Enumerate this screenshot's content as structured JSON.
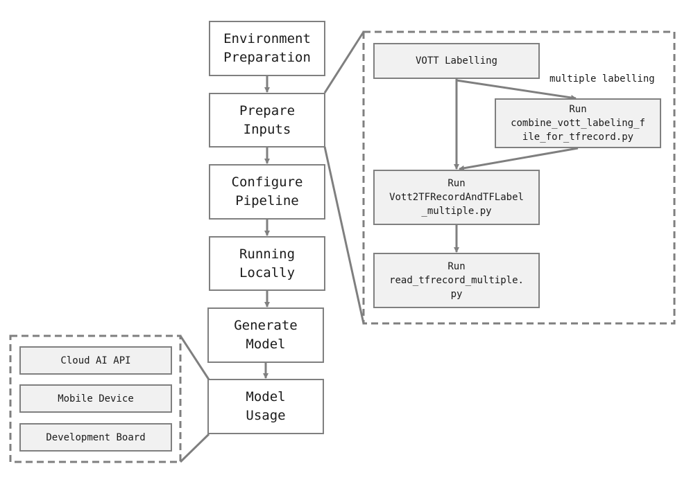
{
  "main_steps": {
    "environment_preparation": "Environment\nPreparation",
    "prepare_inputs": "Prepare\nInputs",
    "configure_pipeline": "Configure\nPipeline",
    "running_locally": "Running\nLocally",
    "generate_model": "Generate\nModel",
    "model_usage": "Model\nUsage"
  },
  "prepare_inputs_detail": {
    "vott_labelling": "VOTT Labelling",
    "multiple_labelling_note": "multiple labelling",
    "combine_script": "Run\ncombine_vott_labeling_f\nile_for_tfrecord.py",
    "vott2tfrecord_script": "Run\nVott2TFRecordAndTFLabel\n_multiple.py",
    "read_tfrecord_script": "Run\nread_tfrecord_multiple.\npy"
  },
  "model_usage_detail": {
    "cloud_ai_api": "Cloud AI API",
    "mobile_device": "Mobile Device",
    "development_board": "Development Board"
  },
  "colors": {
    "line": "#7f7f7f",
    "box_fill_sub": "#f1f1f1",
    "box_fill_main": "#ffffff",
    "text": "#1a1a1a"
  }
}
